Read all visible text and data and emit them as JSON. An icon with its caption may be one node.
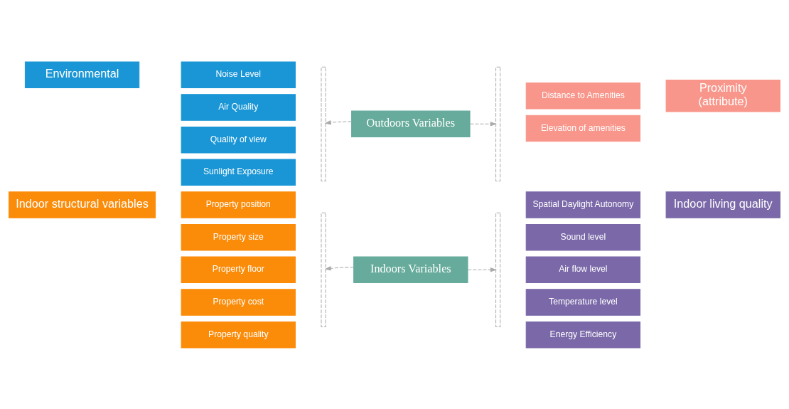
{
  "diagram": {
    "nodes": [
      {
        "text": [
          "Indoor structural variables"
        ]
      },
      {
        "text": [
          "Property position"
        ]
      },
      {
        "text": [
          "Property size"
        ]
      },
      {
        "text": [
          "Property floor"
        ]
      },
      {
        "text": [
          "Property cost"
        ]
      },
      {
        "text": [
          "Property quality"
        ]
      },
      {
        "text": [],
        "shape": "bracket"
      },
      {
        "text": [
          "Indoors Variables"
        ]
      },
      {
        "text": [],
        "shape": "bracket"
      },
      {
        "text": [
          "Indoor living quality"
        ]
      },
      {
        "text": [
          "Spatial Daylight Autonomy"
        ]
      },
      {
        "text": [
          "Sound level"
        ]
      },
      {
        "text": [
          "Air flow level"
        ]
      },
      {
        "text": [
          "Temperature level"
        ]
      },
      {
        "text": [
          "Energy Efficiency"
        ]
      },
      {
        "text": [
          "Environmental"
        ]
      },
      {
        "text": [
          "Noise Level"
        ]
      },
      {
        "text": [
          "Air Quality"
        ]
      },
      {
        "text": [
          "Quality of view"
        ]
      },
      {
        "text": [
          "Sunlight Exposure"
        ]
      },
      {
        "text": [],
        "shape": "bracket"
      },
      {
        "text": [
          "Outdoors Variables"
        ]
      },
      {
        "text": [],
        "shape": "bracket"
      },
      {
        "text": [
          "Proximity",
          "(attribute)"
        ]
      },
      {
        "text": [
          "Distance to Amenities"
        ]
      },
      {
        "text": [
          "Elevation of amenities"
        ]
      }
    ],
    "edges": [
      {
        "from": 7,
        "to": 6,
        "arrow": "to",
        "style": "dashed"
      },
      {
        "from": 7,
        "to": 8,
        "arrow": "to",
        "style": "dashed"
      },
      {
        "from": 21,
        "to": 20,
        "arrow": "to",
        "style": "dashed"
      },
      {
        "from": 21,
        "to": 22,
        "arrow": "to",
        "style": "dashed"
      }
    ]
  }
}
